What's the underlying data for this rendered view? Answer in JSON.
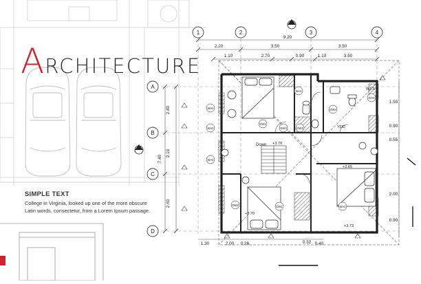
{
  "title": {
    "first_letter": "A",
    "rest": "RCHITECTURE"
  },
  "caption": {
    "heading": "SIMPLE TEXT",
    "body": "College in Virginia, looked up one of the more obscure Latin words, consectetur, from a Lorem Ipsum passage."
  },
  "grid": {
    "columns": [
      "1",
      "2",
      "3",
      "4"
    ],
    "rows": [
      "A",
      "B",
      "C",
      "D"
    ]
  },
  "dimensions": {
    "overall": "9.20",
    "top": [
      "2.20",
      "3.50",
      "3.50"
    ],
    "second": [
      "1.10",
      "2.70",
      "0.90",
      "1.10",
      "3.50"
    ],
    "left": [
      "2.40",
      "2.10",
      "2.60"
    ],
    "left_total": "7.40",
    "right": [
      "1.50",
      "0.90",
      "0.55",
      "2.00",
      "0.90"
    ],
    "bottom": [
      "1.30",
      "2.00",
      "0.26",
      "0.32",
      "0.40"
    ]
  },
  "room_labels": {
    "down": "Down",
    "ydd": "YDD",
    "w1": "WA1",
    "w2": "WA2",
    "w3": "WA3",
    "dw1": "DW1",
    "dw2": "DW2",
    "dw3": "DW3",
    "w1_5": "W1.5",
    "elev_a": "+3.70",
    "elev_b": "+3.65",
    "elev_c": "+3.73"
  },
  "colors": {
    "line": "#7a7a7a",
    "faint": "#c9c9c9",
    "accent": "#d4202a",
    "dark": "#222222"
  }
}
